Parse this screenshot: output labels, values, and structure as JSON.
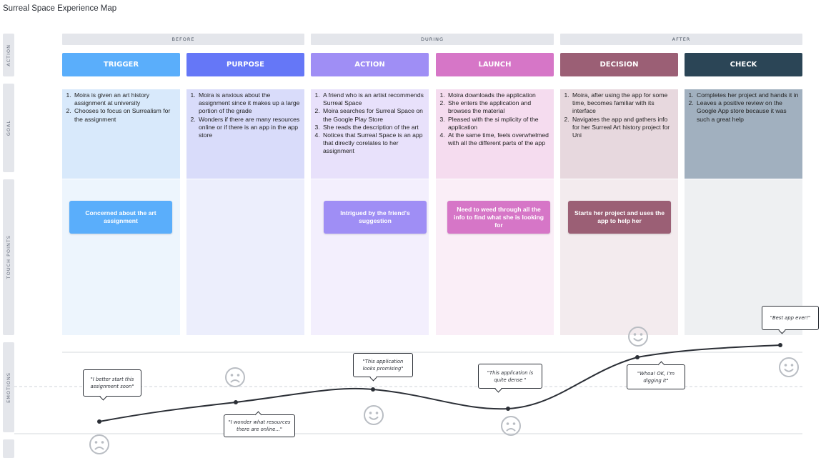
{
  "board": {
    "title": "Surreal Space Experience Map"
  },
  "row_labels": {
    "action": "ACTION",
    "goal": "GOAL",
    "touch_points": "TOUCH POINTS",
    "emotions": "EMOTIONS"
  },
  "phases": {
    "before": "BEFORE",
    "during": "DURING",
    "after": "AFTER"
  },
  "stages": [
    {
      "title": "TRIGGER",
      "header_color": "#5aaefb",
      "goal_bg": "#d8e9fb",
      "column_bg": "#edf5fd",
      "goals": [
        "Moira is given an art history assignment at university",
        "Chooses to focus on Surrealism for the assignment"
      ],
      "touchpoint": "Concerned about the art assignment",
      "touchpoint_color": "#5aaefb"
    },
    {
      "title": "PURPOSE",
      "header_color": "#6577f7",
      "goal_bg": "#d9dcfa",
      "column_bg": "#eceefc",
      "goals": [
        "Moira is anxious about the assignment since it makes up a large portion of the grade",
        " Wonders if there are many resources online or if there is an app in the app store"
      ],
      "touchpoint": "",
      "touchpoint_color": ""
    },
    {
      "title": "ACTION",
      "header_color": "#9f8ef5",
      "goal_bg": "#e8e1fb",
      "column_bg": "#f3effd",
      "goals": [
        "A friend who is an artist recommends Surreal Space",
        "Moira searches for Surreal Space on the Google Play Store",
        "She reads the description of the art",
        "Notices that Surreal Space is an app that directly corelates to her assignment"
      ],
      "touchpoint": "Intrigued by the friend's suggestion",
      "touchpoint_color": "#9f8ef5"
    },
    {
      "title": "LAUNCH",
      "header_color": "#d676c7",
      "goal_bg": "#f5dcef",
      "column_bg": "#faeef7",
      "goals": [
        "Moira downloads the application",
        "She enters the application and browses the material",
        "Pleased with the si mplicity of the application",
        "At the same time, feels overwhelmed with all the different parts of the app"
      ],
      "touchpoint": "Need to weed through all the info to find what she is looking for",
      "touchpoint_color": "#d676c7"
    },
    {
      "title": "DECISION",
      "header_color": "#9b5f75",
      "goal_bg": "#e7d8de",
      "column_bg": "#f3ebee",
      "goals": [
        " Moira, after using the app for some time, becomes familiar with its interface",
        "Navigates the app and gathers info for her Surreal Art history project for Uni"
      ],
      "touchpoint": "Starts her project and uses the app to help her",
      "touchpoint_color": "#9b5f75"
    },
    {
      "title": "CHECK",
      "header_color": "#2b4556",
      "goal_bg": "#a1b0bf",
      "column_bg": "#eef0f2",
      "goals": [
        " Completes her project and hands it in",
        "Leaves a positive review on the Google App store because it was such a great help"
      ],
      "touchpoint": "",
      "touchpoint_color": ""
    }
  ],
  "emotions": {
    "quotes": [
      "\"I better start this assignment soon\"",
      "\"I wonder what resources there are online...\"",
      "\"This application looks promising\"",
      "\"This application is quite dense \"",
      "\"Whoa! OK, I'm digging it\"",
      "\"Best app ever!\""
    ],
    "line_color": "#2b2f36",
    "face_color": "#b9bdc3"
  }
}
